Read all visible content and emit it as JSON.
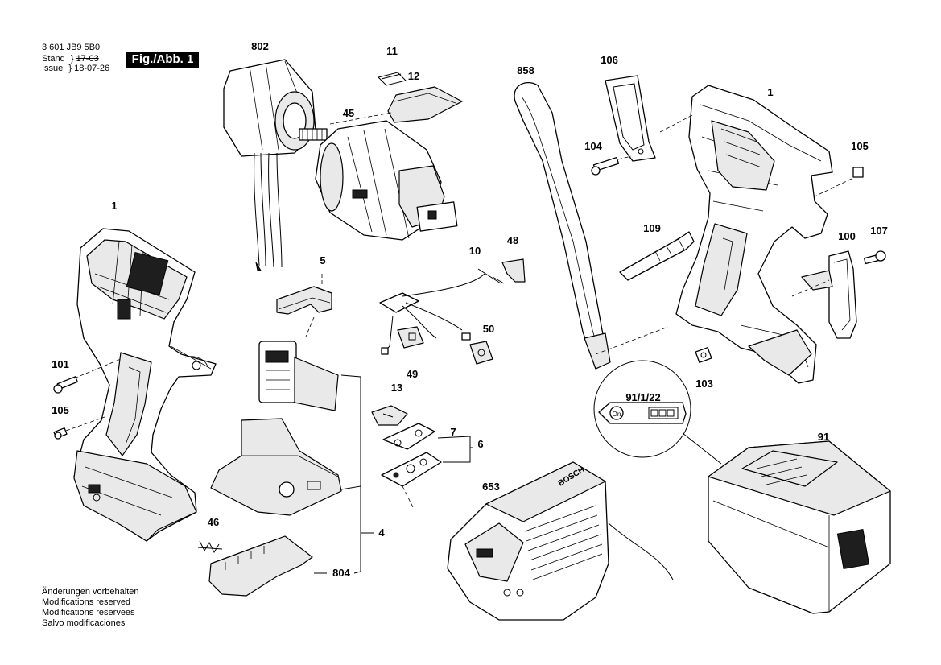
{
  "header": {
    "code": "3 601 JB9 5B0",
    "stand_label": "Stand",
    "stand_value": "17-03",
    "issue_label": "Issue",
    "issue_value": "18-07-26",
    "figure_badge": "Fig./Abb. 1"
  },
  "notes": [
    "Änderungen vorbehalten",
    "Modifications reserved",
    "Modifications reservees",
    "Salvo modificaciones"
  ],
  "callouts": {
    "p802": "802",
    "p11": "11",
    "p12": "12",
    "p45": "45",
    "p858": "858",
    "p106": "106",
    "p1_top": "1",
    "p104": "104",
    "p105_right": "105",
    "p109": "109",
    "p100": "100",
    "p107": "107",
    "p103": "103",
    "p1_left": "1",
    "p101": "101",
    "p105_left": "105",
    "p5": "5",
    "p10": "10",
    "p48": "48",
    "p50": "50",
    "p49": "49",
    "p13": "13",
    "p7": "7",
    "p6": "6",
    "p4": "4",
    "p46": "46",
    "p804": "804",
    "p653": "653",
    "p91_1_22": "91/1/22",
    "p91": "91"
  },
  "labels": {
    "on_button": "On",
    "charger_brand": "BOSCH"
  }
}
